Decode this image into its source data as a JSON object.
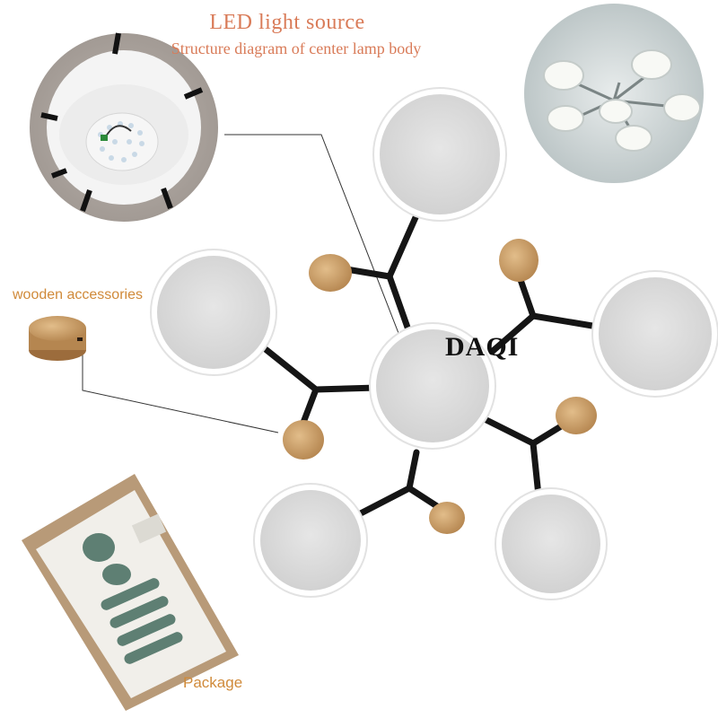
{
  "header": {
    "title": "LED light source",
    "subtitle": "Structure diagram of center lamp body"
  },
  "brand": "DAQI",
  "labels": {
    "wooden_accessories": "wooden accessories",
    "package": "Package"
  },
  "colors": {
    "title_text": "#d97b58",
    "label_text": "#d08a3a",
    "arm_color": "#111111",
    "shade_face": "#dcdcdc",
    "shade_rim": "#ffffff",
    "wood": "#c89a63",
    "box_cardboard": "#b89a78"
  },
  "product": {
    "shade_count": 6,
    "wood_knob_count": 5
  }
}
